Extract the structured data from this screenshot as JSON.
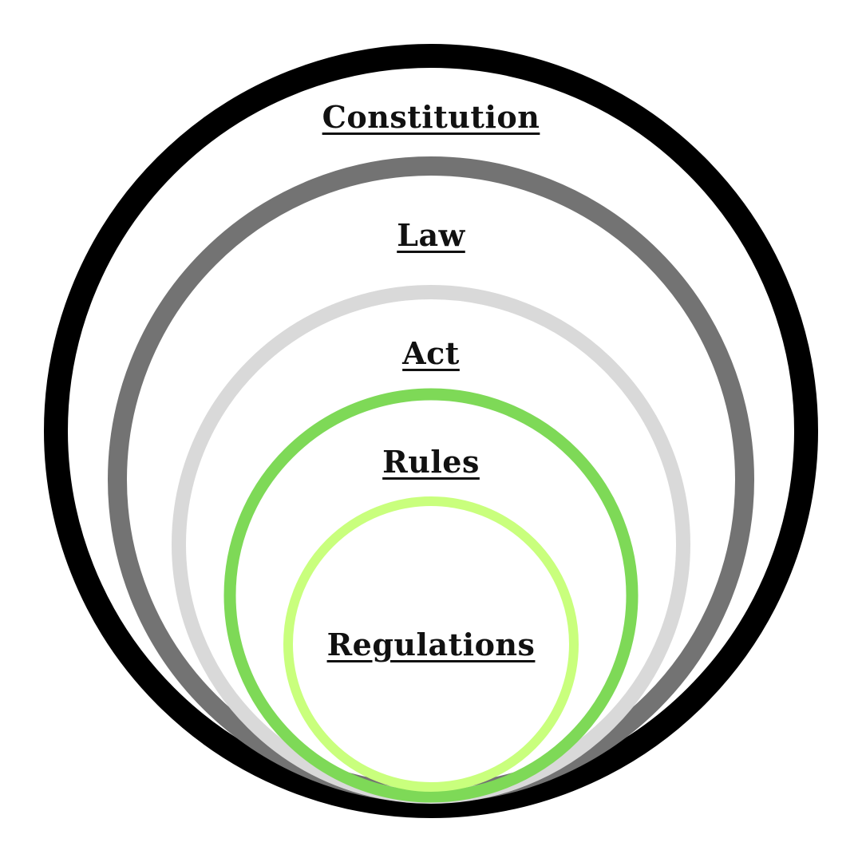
{
  "diagram": {
    "rings": [
      {
        "label": "Constitution",
        "color": "#000000"
      },
      {
        "label": "Law",
        "color": "#737373"
      },
      {
        "label": "Act",
        "color": "#d9d9d9"
      },
      {
        "label": "Rules",
        "color": "#7ed957"
      },
      {
        "label": "Regulations",
        "color": "#c9ff7d"
      }
    ],
    "background": "#ffffff"
  }
}
